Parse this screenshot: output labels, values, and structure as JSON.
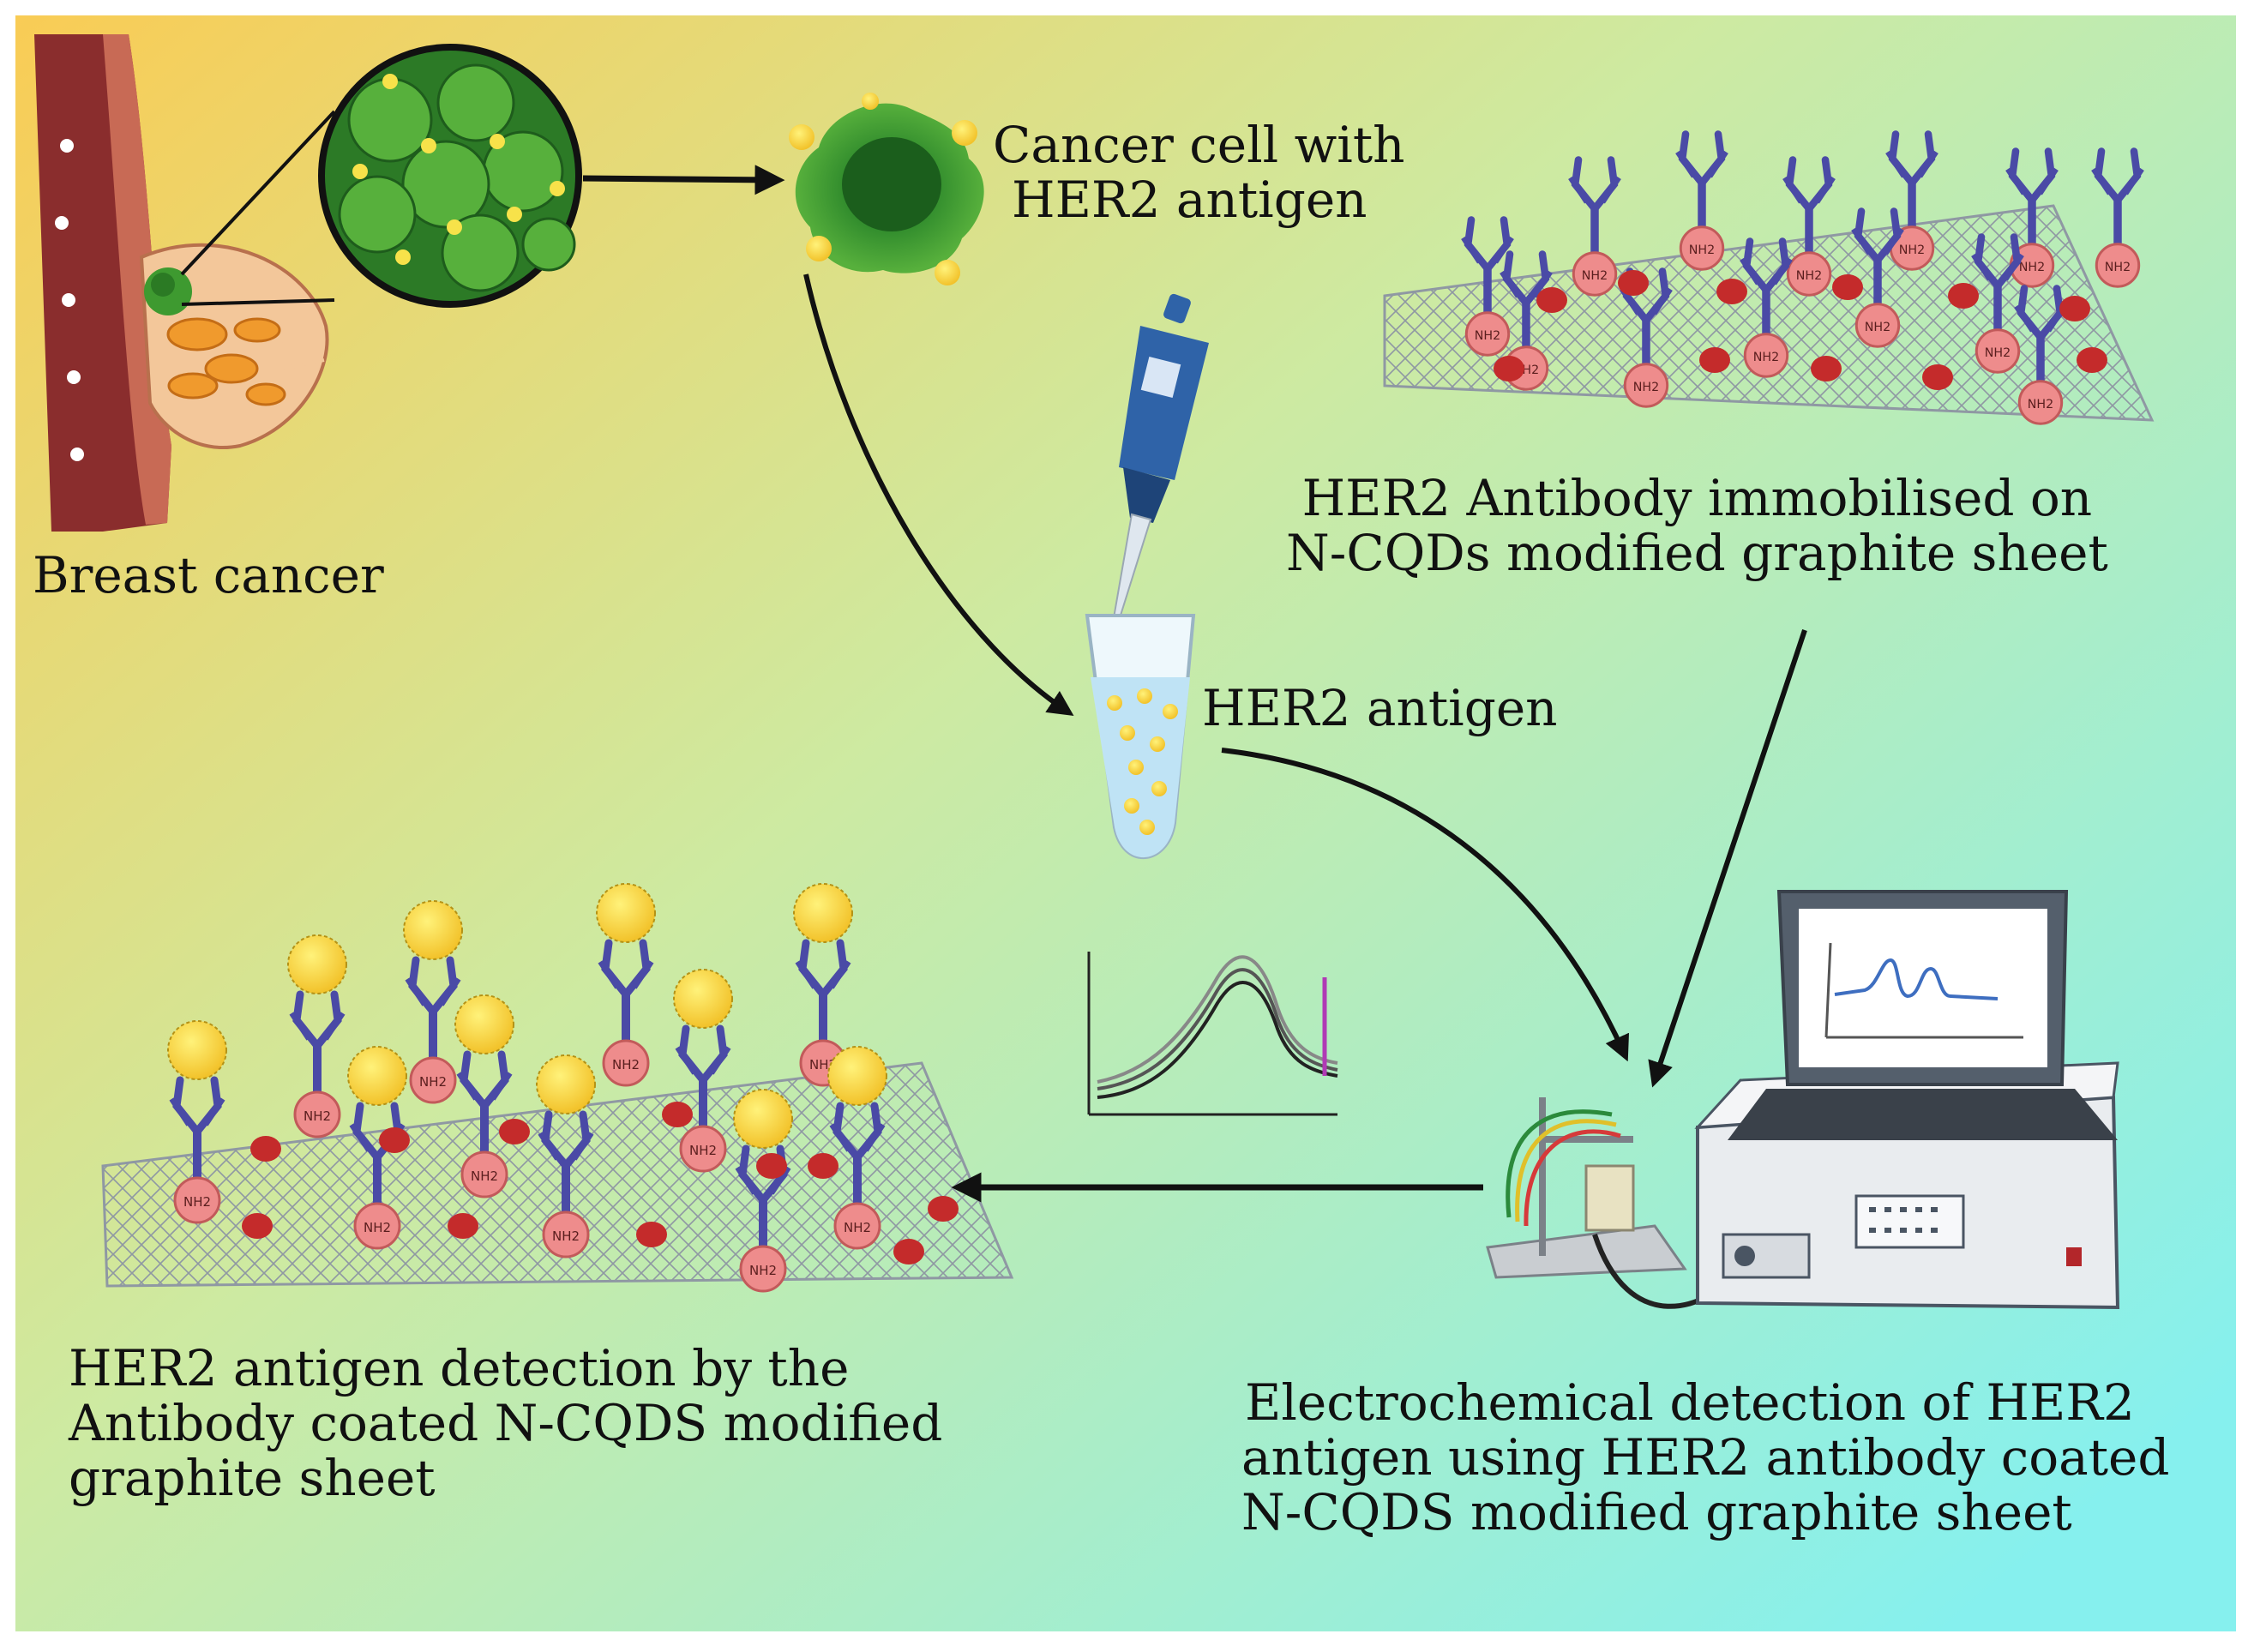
{
  "labels": {
    "breast_cancer": "Breast cancer",
    "cancer_cell": [
      "Cancer cell with",
      "HER2 antigen"
    ],
    "antibody_sheet": [
      "HER2 Antibody immobilised on",
      "N-CQDs modified graphite sheet"
    ],
    "her2_antigen": "HER2 antigen",
    "detection_result": [
      "HER2 antigen detection by the",
      "Antibody coated N-CQDS modified",
      "graphite sheet"
    ],
    "electrochemical": [
      "Electrochemical detection of HER2",
      "antigen using HER2 antibody coated",
      "N-CQDS modified graphite sheet"
    ]
  },
  "molecule_label": "NH2",
  "colors": {
    "background_warm": "#f9cc55",
    "background_mid": "#cdeaa2",
    "background_cool": "#86f0ee",
    "cancer_green": "#2e8b2a",
    "antigen_yellow": "#f7d53a",
    "antibody_purple": "#4a4aa6",
    "nh2_pink": "#ee8c8c",
    "red_particle": "#c42b2b",
    "graphite_grid": "#9aa2ad",
    "pipette_blue": "#2f63a8",
    "instrument_body": "#e9ecef",
    "arrow_black": "#111111"
  }
}
